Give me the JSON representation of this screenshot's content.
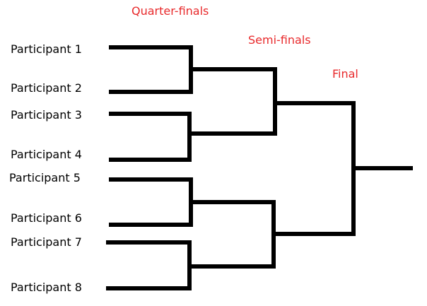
{
  "colors": {
    "round_label": "#e8292b",
    "line": "#000000",
    "text": "#000000"
  },
  "rounds": {
    "quarter": "Quarter-finals",
    "semi": "Semi-finals",
    "final": "Final"
  },
  "participants": [
    "Participant 1",
    "Participant 2",
    "Participant 3",
    "Participant 4",
    "Participant 5",
    "Participant 6",
    "Participant 7",
    "Participant 8"
  ]
}
